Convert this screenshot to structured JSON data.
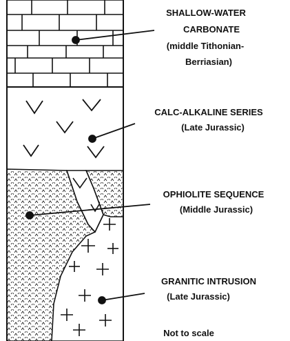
{
  "units": [
    {
      "name_line1": "SHALLOW-WATER",
      "name_line2": "CARBONATE",
      "age_line1": "(middle Tithonian-",
      "age_line2": "Berriasian)"
    },
    {
      "name_line1": "CALC-ALKALINE SERIES",
      "age_line1": "(Late  Jurassic)"
    },
    {
      "name_line1": "OPHIOLITE SEQUENCE",
      "age_line1": "(Middle Jurassic)"
    },
    {
      "name_line1": "GRANITIC INTRUSION",
      "age_line1": "(Late Jurassic)"
    }
  ],
  "scale_note": "Not to scale",
  "colors": {
    "ink": "#111111",
    "background": "#ffffff"
  }
}
